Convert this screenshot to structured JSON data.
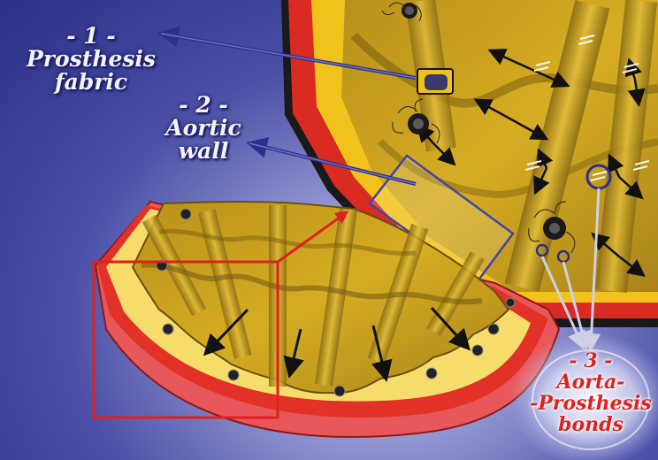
{
  "labels": {
    "fabric": {
      "number": "- 1 -",
      "line1": "Prosthesis",
      "line2": "fabric"
    },
    "wall": {
      "number": "- 2 -",
      "line1": "Aortic",
      "line2": "wall"
    },
    "bonds": {
      "number": "- 3 -",
      "line1": "Aorta-",
      "line2": "-Prosthesis",
      "line3": "bonds"
    }
  },
  "colors": {
    "background": "#2b2f86",
    "aortic_wall_red": "#d92b22",
    "intima_yellow": "#f2c21c",
    "fabric_ochre": "#caa21e",
    "callout_blue": "#2d2f8c",
    "zoom_box_red": "#e0201e",
    "bond_label_red": "#e0201e",
    "suture_black": "#1a1a1a"
  },
  "icons": {
    "fabric_arrow": "pointer-arrow-left",
    "wall_arrow": "pointer-arrow-left",
    "bond_arrows": "pointer-arrows-down",
    "zoom_arrow": "pointer-arrow-up-right",
    "force_arrows": "force-direction-arrows"
  }
}
